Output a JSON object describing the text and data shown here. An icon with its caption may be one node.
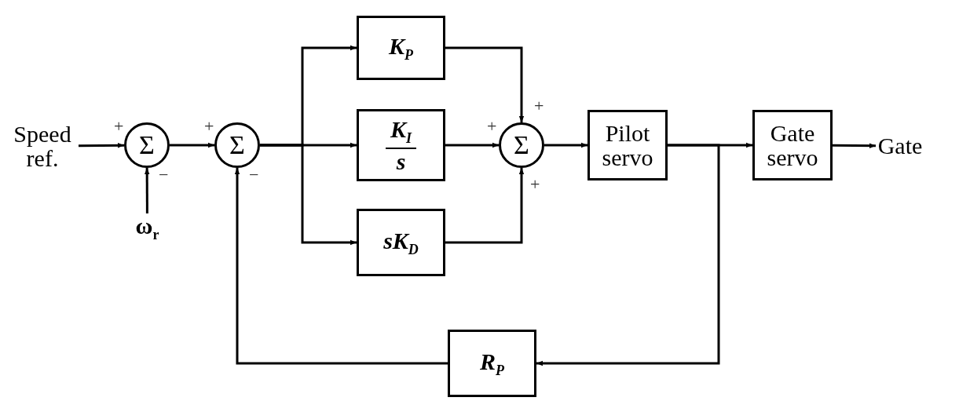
{
  "diagram": {
    "nodes": [
      {
        "text": [
          "Speed ref."
        ]
      },
      {
        "text": [
          "Σ"
        ]
      },
      {
        "text": [
          "ω$_{r}$"
        ]
      },
      {
        "text": [
          "Σ"
        ]
      },
      {
        "text": [
          "K$_{P}$"
        ]
      },
      {
        "text": [
          "K$_{I}$",
          "s"
        ]
      },
      {
        "text": [
          "sK$_{D}$"
        ]
      },
      {
        "text": [
          "Σ"
        ]
      },
      {
        "text": [
          "Pilot servo"
        ]
      },
      {
        "text": [
          "Gate servo"
        ]
      },
      {
        "text": [
          "Gate"
        ]
      },
      {
        "text": [
          "R$_{P}$"
        ]
      }
    ],
    "edges": [
      {
        "from": 0,
        "to": 1,
        "arrow": "to"
      },
      {
        "from": 2,
        "to": 1,
        "arrow": "to"
      },
      {
        "from": 1,
        "to": 3,
        "arrow": "to"
      },
      {
        "from": 3,
        "to": 4,
        "arrow": "to"
      },
      {
        "from": 3,
        "to": 5,
        "arrow": "to"
      },
      {
        "from": 3,
        "to": 6,
        "arrow": "to"
      },
      {
        "from": 4,
        "to": 7,
        "arrow": "to"
      },
      {
        "from": 5,
        "to": 7,
        "arrow": "to"
      },
      {
        "from": 6,
        "to": 7,
        "arrow": "to"
      },
      {
        "from": 7,
        "to": 8,
        "arrow": "to"
      },
      {
        "from": 8,
        "to": 9,
        "arrow": "to"
      },
      {
        "from": 9,
        "to": 10,
        "arrow": "to"
      },
      {
        "from": 8,
        "to": 11,
        "arrow": "to"
      },
      {
        "from": 11,
        "to": 3,
        "arrow": "to"
      }
    ],
    "labels": [
      "+",
      "+",
      "+",
      "+",
      "−",
      "−",
      "+"
    ]
  }
}
